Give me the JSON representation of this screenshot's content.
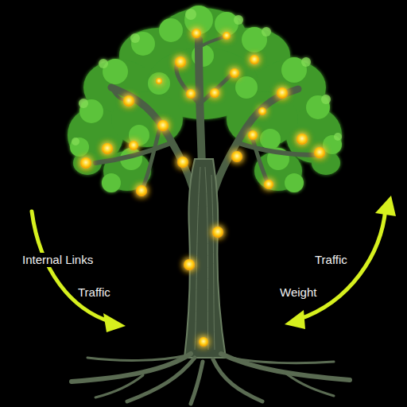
{
  "diagram": {
    "labels": [
      "Internal Links",
      "Traffic",
      "Traffic",
      "Weight"
    ]
  }
}
